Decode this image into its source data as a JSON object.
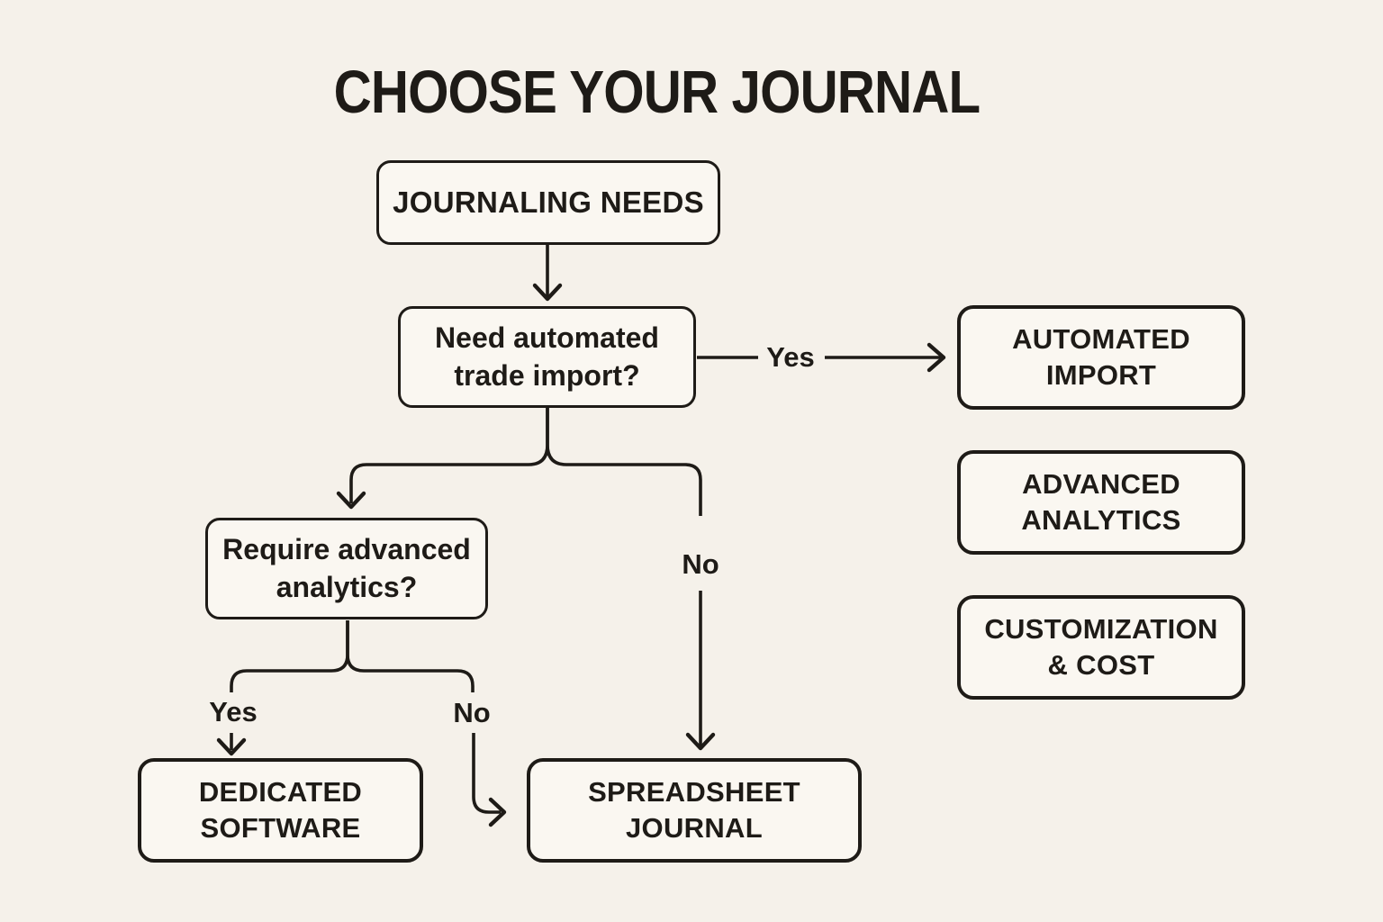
{
  "title": "CHOOSE YOUR JOURNAL",
  "colors": {
    "background": "#f5f1ea",
    "node_fill": "#faf7f1",
    "ink": "#1e1b17"
  },
  "nodes": {
    "journaling_needs": {
      "label": "JOURNALING NEEDS"
    },
    "need_automated_import": {
      "label": "Need automated\ntrade import?"
    },
    "automated_import": {
      "label": "AUTOMATED\nIMPORT"
    },
    "advanced_analytics": {
      "label": "ADVANCED\nANALYTICS"
    },
    "customization_cost": {
      "label": "CUSTOMIZATION\n& COST"
    },
    "require_analytics": {
      "label": "Require advanced\nanalytics?"
    },
    "dedicated_software": {
      "label": "DEDICATED\nSOFTWARE"
    },
    "spreadsheet_journal": {
      "label": "SPREADSHEET\nJOURNAL"
    }
  },
  "edge_labels": {
    "import_yes": "Yes",
    "import_no": "No",
    "analytics_yes": "Yes",
    "analytics_no": "No"
  }
}
